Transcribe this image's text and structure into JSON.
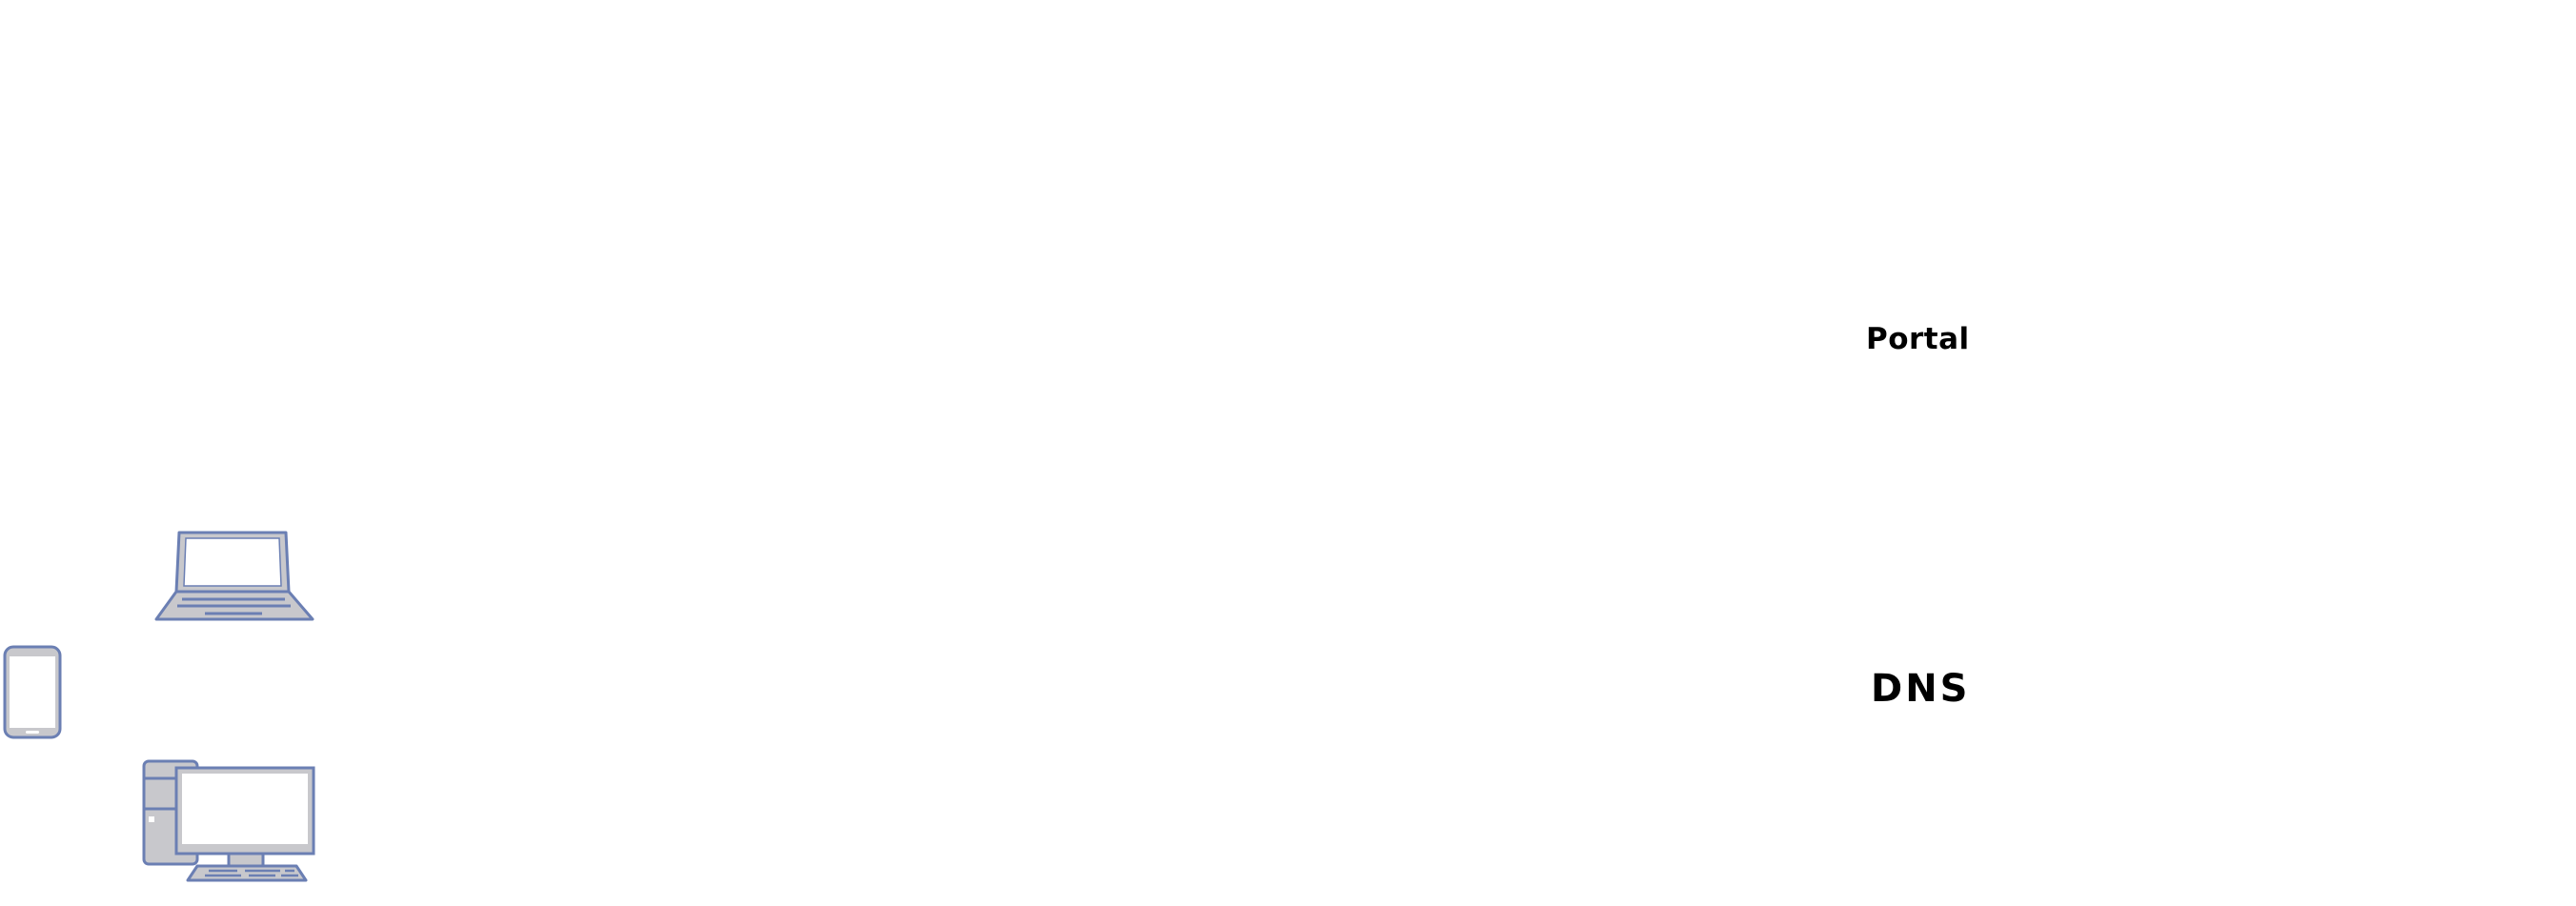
{
  "diagram": {
    "nodes": [
      {
        "id": "portal",
        "label": "Portal"
      },
      {
        "id": "dns",
        "label": "DNS"
      }
    ],
    "devices": [
      {
        "id": "laptop",
        "icon": "laptop-icon"
      },
      {
        "id": "phone",
        "icon": "smartphone-icon"
      },
      {
        "id": "desktop",
        "icon": "desktop-computer-icon"
      }
    ]
  },
  "colors": {
    "stroke": "#6b7fb3",
    "fill": "#c8c8cc",
    "screen": "#ffffff",
    "text": "#000000"
  }
}
